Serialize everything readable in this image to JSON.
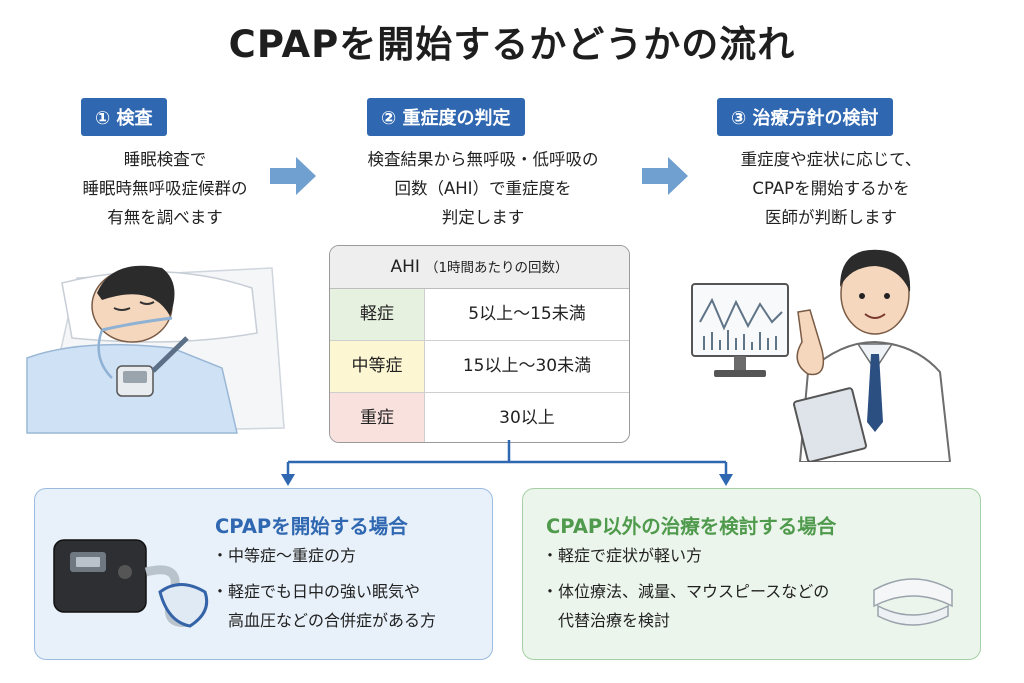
{
  "title": "CPAPを開始するかどうかの流れ",
  "colors": {
    "step_badge": "#2f67b1",
    "arrow": "#6fa0d0",
    "mild": "#e6f1df",
    "moderate": "#fdf6d3",
    "severe": "#f9e2de"
  },
  "steps": [
    {
      "badge": "① 検査",
      "lines": [
        "睡眠検査で",
        "睡眠時無呼吸症候群の",
        "有無を調べます"
      ]
    },
    {
      "badge": "② 重症度の判定",
      "lines": [
        "検査結果から無呼吸・低呼吸の",
        "回数（AHI）で重症度を",
        "判定します"
      ]
    },
    {
      "badge": "③ 治療方針の検討",
      "lines": [
        "重症度や症状に応じて、",
        "CPAPを開始するかを",
        "医師が判断します"
      ]
    }
  ],
  "ahi_table": {
    "header_main": "AHI",
    "header_sub": "（1時間あたりの回数）",
    "rows": [
      {
        "severity": "軽症",
        "range": "5以上～15未満"
      },
      {
        "severity": "中等症",
        "range": "15以上～30未満"
      },
      {
        "severity": "重症",
        "range": "30以上"
      }
    ]
  },
  "outcomes": {
    "start": {
      "title": "CPAPを開始する場合",
      "bullets": [
        "・中等症～重症の方",
        "・軽症でも日中の強い眠気や",
        "高血圧などの合併症がある方"
      ]
    },
    "other": {
      "title": "CPAP以外の治療を検討する場合",
      "bullets": [
        "・軽症で症状が軽い方",
        "・体位療法、減量、マウスピースなどの",
        "代替治療を検討"
      ]
    }
  }
}
